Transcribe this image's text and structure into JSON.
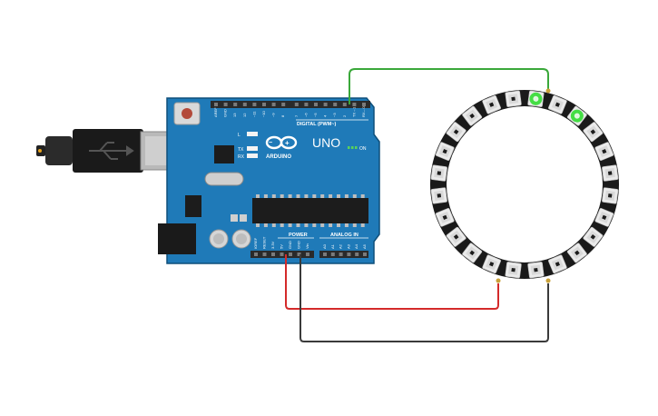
{
  "board": {
    "digital_label": "DIGITAL (PWM~)",
    "power_label": "POWER",
    "analog_label": "ANALOG IN",
    "brand": "ARDUINO",
    "model": "UNO",
    "on_label": "ON",
    "led_labels": [
      "L",
      "TX",
      "RX"
    ],
    "digital_pins": [
      "AREF",
      "GND",
      "13",
      "12",
      "~11",
      "~10",
      "~9",
      "8",
      "7",
      "~6",
      "~5",
      "4",
      "~3",
      "2",
      "TX→1",
      "RX←0"
    ],
    "power_pins": [
      "IOREF",
      "RESET",
      "3.3V",
      "5V",
      "GND",
      "GND",
      "Vin"
    ],
    "analog_pins": [
      "A0",
      "A1",
      "A2",
      "A3",
      "A4",
      "A5"
    ]
  },
  "ring": {
    "pixel_count": 24,
    "lit_pixels": [
      0,
      2
    ],
    "lit_color": "#33dd33"
  },
  "wires": {
    "data_color": "#3aa83a",
    "power_color": "#d42a2a",
    "ground_color": "#3a3a3a"
  },
  "colors": {
    "board": "#1f7ab8",
    "board_edge": "#0f4f7a",
    "header": "#2a2a2a",
    "pixel": "#ebebeb"
  }
}
